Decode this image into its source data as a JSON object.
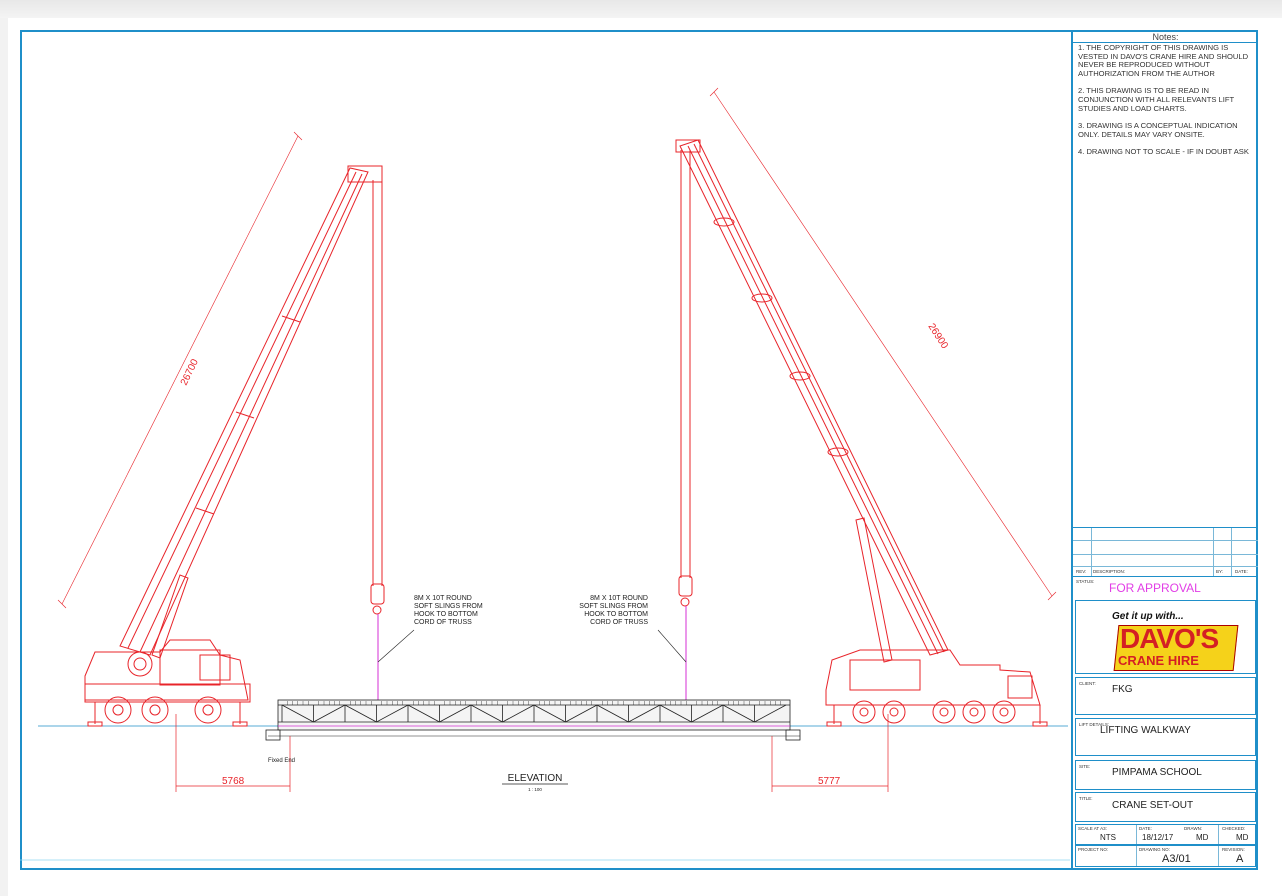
{
  "drawing": {
    "left_boom_length": "26700",
    "right_boom_length": "26900",
    "left_sling_note": [
      "8M X 10T ROUND",
      "SOFT SLINGS FROM",
      "HOOK TO BOTTOM",
      "CORD OF TRUSS"
    ],
    "right_sling_note": [
      "8M X 10T ROUND",
      "SOFT SLINGS FROM",
      "HOOK TO BOTTOM",
      "CORD OF TRUSS"
    ],
    "left_dim": "5768",
    "right_dim": "5777",
    "fixed_end": "Fixed End",
    "view_title": "ELEVATION",
    "view_scale": "1 : 100"
  },
  "title_block": {
    "notes_title": "Notes:",
    "notes": [
      "1.     THE COPYRIGHT OF THIS DRAWING IS VESTED IN DAVO'S CRANE HIRE AND SHOULD NEVER BE REPRODUCED WITHOUT AUTHORIZATION FROM THE AUTHOR",
      "2.     THIS DRAWING IS TO BE READ IN CONJUNCTION WITH ALL RELEVANTS LIFT STUDIES AND LOAD CHARTS.",
      "3.     DRAWING IS A CONCEPTUAL INDICATION ONLY. DETAILS MAY VARY ONSITE.",
      "4. DRAWING NOT TO SCALE - IF IN DOUBT ASK"
    ],
    "rev_header": {
      "rev": "REV:",
      "description": "DESCRIPTION:",
      "by": "BY:",
      "date": "DATE:"
    },
    "status_label": "STATUS:",
    "status": "FOR APPROVAL",
    "logo_tagline": "Get it up with...",
    "logo_name": "DAVO'S",
    "logo_sub": "CRANE HIRE",
    "client_label": "CLIENT:",
    "client": "FKG",
    "lift_label": "LIFT DETAILS:",
    "lift": "LIFTING WALKWAY",
    "site_label": "SITE:",
    "site": "PIMPAMA SCHOOL",
    "title_label": "TITLE:",
    "title": "CRANE SET-OUT",
    "scale_label": "SCALE AT A3:",
    "scale": "NTS",
    "date_label": "DATE:",
    "date": "18/12/17",
    "drawn_label": "DRAWN:",
    "drawn": "MD",
    "checked_label": "CHECKED:",
    "checked": "MD",
    "project_label": "PROJECT NO:",
    "drawing_no_label": "DRAWING NO:",
    "drawing_no": "A3/01",
    "revision_label": "REVISION:",
    "revision": "A"
  },
  "colors": {
    "crane": "#e8242a",
    "sling": "#d62fd6",
    "border": "#1f8fc9",
    "status": "#e23ee6",
    "truss": "#222222"
  }
}
